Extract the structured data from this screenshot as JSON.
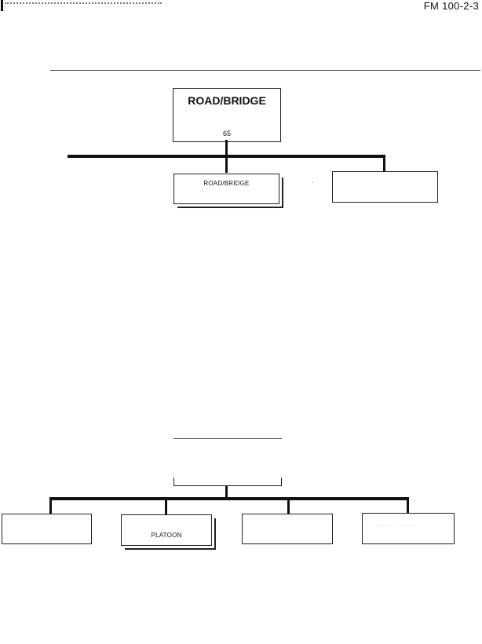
{
  "header": {
    "doc_id": "FM 100-2-3"
  },
  "chart1": {
    "top_box": {
      "title": "ROAD/BRIDGE",
      "number": "65"
    },
    "children": [
      {
        "label": "ROAD/BRIDGE"
      },
      {
        "label": ""
      }
    ]
  },
  "chart2": {
    "top_box": {
      "title": ""
    },
    "children": [
      {
        "label": ""
      },
      {
        "label": "PLATOON"
      },
      {
        "label": ""
      },
      {
        "label": "........ .......",
        "faint": true
      }
    ]
  }
}
